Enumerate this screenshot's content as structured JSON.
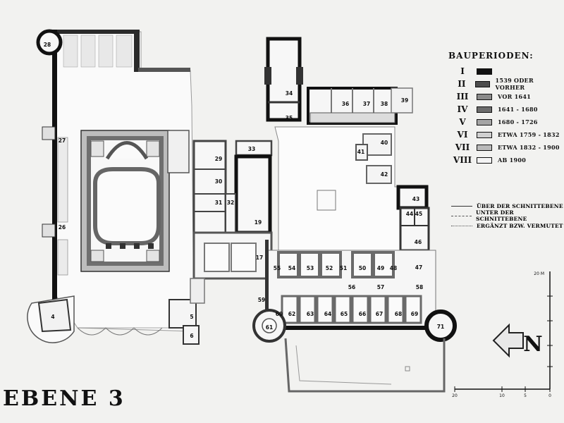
{
  "legend": {
    "title": "BAUPERIODEN:",
    "periods": [
      {
        "roman": "I",
        "dates": "",
        "color": "#111111"
      },
      {
        "roman": "II",
        "dates": "1539 ODER VORHER",
        "color": "#4d4d4d"
      },
      {
        "roman": "III",
        "dates": "VOR 1641",
        "color": "#8a8a8a"
      },
      {
        "roman": "IV",
        "dates": "1641 - 1680",
        "color": "#6c6c6c"
      },
      {
        "roman": "V",
        "dates": "1680 - 1726",
        "color": "#a5a5a5"
      },
      {
        "roman": "VI",
        "dates": "ETWA 1759 - 1832",
        "color": "#d0d0d0"
      },
      {
        "roman": "VII",
        "dates": "ETWA 1832 - 1900",
        "color": "#b9b9b9"
      },
      {
        "roman": "VIII",
        "dates": "AB 1900",
        "color": "#f4f4f4"
      }
    ],
    "lines": [
      {
        "label": "ÜBER DER SCHNITTEBENE",
        "style": "solid"
      },
      {
        "label": "UNTER DER SCHNITTEBENE",
        "style": "dashed"
      },
      {
        "label": "ERGÄNZT BZW. VERMUTET",
        "style": "dotted"
      }
    ]
  },
  "scale": {
    "ticks": [
      "20",
      "10",
      "5",
      "0"
    ],
    "unit": "20 M"
  },
  "north": {
    "letter": "N"
  },
  "level_title": "EBENE 3",
  "rooms": [
    "4",
    "5",
    "6",
    "17",
    "19",
    "26",
    "27",
    "28",
    "29",
    "30",
    "31",
    "32",
    "33",
    "34",
    "35",
    "36",
    "37",
    "38",
    "39",
    "40",
    "41",
    "42",
    "43",
    "44",
    "45",
    "46",
    "47",
    "48",
    "49",
    "50",
    "51",
    "52",
    "53",
    "54",
    "55",
    "56",
    "57",
    "58",
    "59",
    "60",
    "61",
    "62",
    "63",
    "64",
    "65",
    "66",
    "67",
    "68",
    "69",
    "71"
  ]
}
